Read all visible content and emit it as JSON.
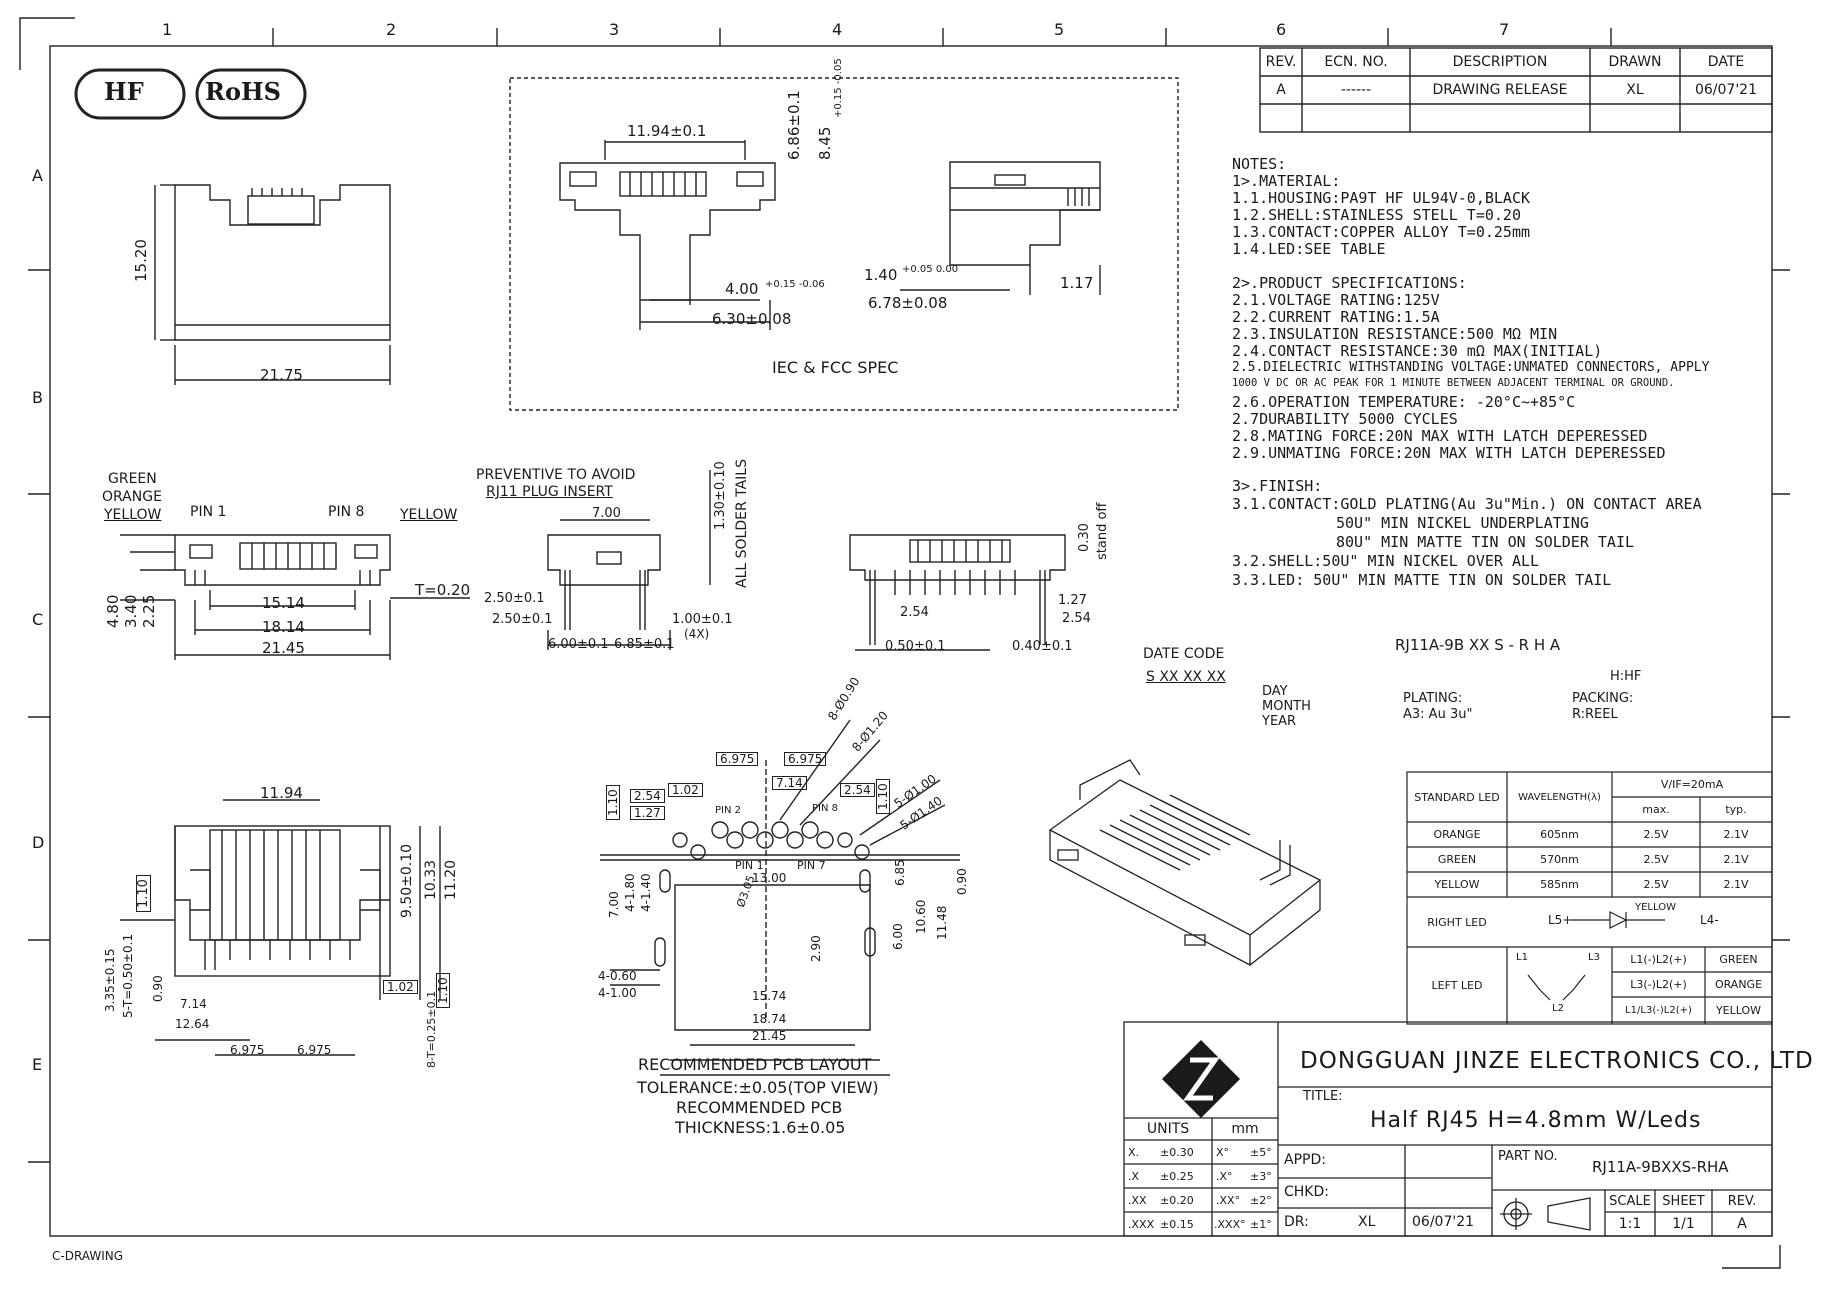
{
  "grid": {
    "columns": [
      "1",
      "2",
      "3",
      "4",
      "5",
      "6",
      "7"
    ],
    "rows": [
      "A",
      "B",
      "C",
      "D",
      "E"
    ]
  },
  "logos": {
    "hf": "HF",
    "rohs": "RoHS"
  },
  "revision_table": {
    "headers": [
      "REV.",
      "ECN. NO.",
      "DESCRIPTION",
      "DRAWN",
      "DATE"
    ],
    "rows": [
      [
        "A",
        "------",
        "DRAWING RELEASE",
        "XL",
        "06/07'21"
      ]
    ]
  },
  "notes": [
    "NOTES:",
    "1>.MATERIAL:",
    "1.1.HOUSING:PA9T HF UL94V-0,BLACK",
    "1.2.SHELL:STAINLESS STELL T=0.20",
    "1.3.CONTACT:COPPER ALLOY T=0.25mm",
    "1.4.LED:SEE TABLE",
    "2>.PRODUCT SPECIFICATIONS:",
    "2.1.VOLTAGE RATING:125V",
    "2.2.CURRENT RATING:1.5A",
    "2.3.INSULATION RESISTANCE:500 MΩ MIN",
    "2.4.CONTACT RESISTANCE:30 mΩ MAX(INITIAL)",
    "2.5.DIELECTRIC WITHSTANDING VOLTAGE:UNMATED CONNECTORS, APPLY",
    "1000 V DC OR AC PEAK FOR 1 MINUTE BETWEEN ADJACENT TERMINAL OR GROUND.",
    "2.6.OPERATION TEMPERATURE: -20°C~+85°C",
    "2.7DURABILITY 5000 CYCLES",
    "2.8.MATING FORCE:20N MAX WITH LATCH DEPERESSED",
    "2.9.UNMATING FORCE:20N MAX WITH LATCH DEPERESSED",
    "3>.FINISH:",
    "3.1.CONTACT:GOLD PLATING(Au 3u\"Min.) ON CONTACT AREA",
    "50U\" MIN NICKEL UNDERPLATING",
    "80U\" MIN MATTE TIN ON SOLDER TAIL",
    "3.2.SHELL:50U\" MIN NICKEL OVER ALL",
    "3.3.LED: 50U\" MIN MATTE TIN ON SOLDER TAIL"
  ],
  "date_code": {
    "title": "DATE CODE",
    "format": "S XX XX XX",
    "day": "DAY",
    "month": "MONTH",
    "year": "YEAR"
  },
  "part_code": {
    "code": "RJ11A-9B XX S - R H A",
    "hf": "H:HF",
    "packing": "PACKING:",
    "reel": "R:REEL",
    "plating": "PLATING:",
    "a3": "A3: Au 3u\""
  },
  "led_table": {
    "h_standard": "STANDARD LED",
    "h_wavelength": "WAVELENGTH(λ)",
    "h_vif": "V/IF=20mA",
    "h_max": "max.",
    "h_typ": "typ.",
    "rows": [
      [
        "ORANGE",
        "605nm",
        "2.5V",
        "2.1V"
      ],
      [
        "GREEN",
        "570nm",
        "2.5V",
        "2.1V"
      ],
      [
        "YELLOW",
        "585nm",
        "2.5V",
        "2.1V"
      ]
    ],
    "right_led": "RIGHT LED",
    "right_l5": "L5+",
    "right_yellow": "YELLOW",
    "right_l4": "L4-",
    "left_led": "LEFT LED",
    "left_l1": "L1",
    "left_l2": "L2",
    "left_l3": "L3",
    "left_rows": [
      [
        "L1(-)L2(+)",
        "GREEN"
      ],
      [
        "L3(-)L2(+)",
        "ORANGE"
      ],
      [
        "L1/L3(-)L2(+)",
        "YELLOW"
      ]
    ]
  },
  "title_block": {
    "company": "DONGGUAN JINZE ELECTRONICS CO., LTD",
    "title_label": "TITLE:",
    "title": "Half RJ45 H=4.8mm W/Leds",
    "units_label": "UNITS",
    "units_value": "mm",
    "tolerances": [
      [
        "X.",
        "±0.30",
        "X°",
        "±5°"
      ],
      [
        ".X",
        "±0.25",
        ".X°",
        "±3°"
      ],
      [
        ".XX",
        "±0.20",
        ".XX°",
        "±2°"
      ],
      [
        ".XXX",
        "±0.15",
        ".XXX°",
        "±1°"
      ]
    ],
    "appd": "APPD:",
    "chkd": "CHKD:",
    "dr": "DR:",
    "dr_name": "XL",
    "dr_date": "06/07'21",
    "part_no_label": "PART NO.",
    "part_no": "RJ11A-9BXXS-RHA",
    "scale_label": "SCALE",
    "scale": "1:1",
    "sheet_label": "SHEET",
    "sheet": "1/1",
    "rev_label": "REV.",
    "rev": "A"
  },
  "footer": "C-DRAWING",
  "views": {
    "front": {
      "d1": "15.20",
      "d2": "21.75"
    },
    "iec": {
      "caption": "IEC & FCC SPEC",
      "d1": "11.94±0.1",
      "d2": "6.86±0.1",
      "d3": "8.45",
      "d3_tol": "+0.15 -0.05",
      "d4": "4.00",
      "d4_tol": "+0.15 -0.06",
      "d5": "6.30±0.08",
      "d6": "1.40",
      "d6_tol": "+0.05 0.00",
      "d7": "6.78±0.08",
      "d8": "1.17"
    },
    "side": {
      "green": "GREEN",
      "orange": "ORANGE",
      "yellow_l": "YELLOW",
      "pin1": "PIN 1",
      "pin8": "PIN 8",
      "yellow_r": "YELLOW",
      "t": "T=0.20",
      "d1": "15.14",
      "d2": "18.14",
      "d3": "21.45",
      "h1": "4.80",
      "h2": "3.40",
      "h3": "2.25"
    },
    "plug": {
      "note1": "PREVENTIVE TO AVOID",
      "note2": "RJ11 PLUG INSERT",
      "d1": "7.00",
      "d2": "1.30±0.10",
      "d3": "ALL SOLDER TAILS",
      "d4": "2.50±0.1",
      "d5": "2.50±0.1",
      "d6": "1.00±0.1",
      "d6b": "(4X)",
      "d7": "6.00±0.1",
      "d8": "6.85±0.1"
    },
    "rear": {
      "d1": "0.30",
      "d1b": "stand off",
      "d2": "2.54",
      "d3": "1.27",
      "d4": "2.54",
      "d5": "0.50±0.1",
      "d6": "0.40±0.1"
    },
    "bottom": {
      "d1": "11.94",
      "d2": "9.50±0.10",
      "d3": "10.33",
      "d4": "11.20",
      "d5": "1.10",
      "d6": "3.35±0.15",
      "d7": "5-T=0.50±0.1",
      "d8": "0.90",
      "d9": "7.14",
      "d10": "12.64",
      "d11": "6.975",
      "d12": "6.975",
      "d13": "1.02",
      "d14": "1.10",
      "d15": "8-T=0.25±0.1"
    },
    "pcb": {
      "d1": "6.975",
      "d2": "6.975",
      "d3": "8-Ø0.90",
      "d4": "8-Ø1.20",
      "d5": "7.14",
      "d6": "2.54",
      "d7": "1.02",
      "d8": "2.54",
      "d9": "1.27",
      "d10": "1.10",
      "d11": "1.10",
      "d12": "5-Ø1.00",
      "d13": "5-Ø1.40",
      "pin2": "PIN 2",
      "pin8": "PIN 8",
      "pin1": "PIN 1",
      "pin7": "PIN 7",
      "d14": "13.00",
      "d15": "Ø3.05",
      "d16": "7.00",
      "d17": "4-1.80",
      "d18": "4-1.40",
      "d19": "2.90",
      "d20": "6.85",
      "d21": "6.00",
      "d22": "10.60",
      "d23": "11.48",
      "d24": "0.90",
      "d25": "4-0.60",
      "d26": "4-1.00",
      "d27": "15.74",
      "d28": "18.74",
      "d29": "21.45",
      "cap1": "RECOMMENDED PCB LAYOUT",
      "cap2": "TOLERANCE:±0.05(TOP VIEW)",
      "cap3": "RECOMMENDED PCB",
      "cap4": "THICKNESS:1.6±0.05"
    }
  }
}
